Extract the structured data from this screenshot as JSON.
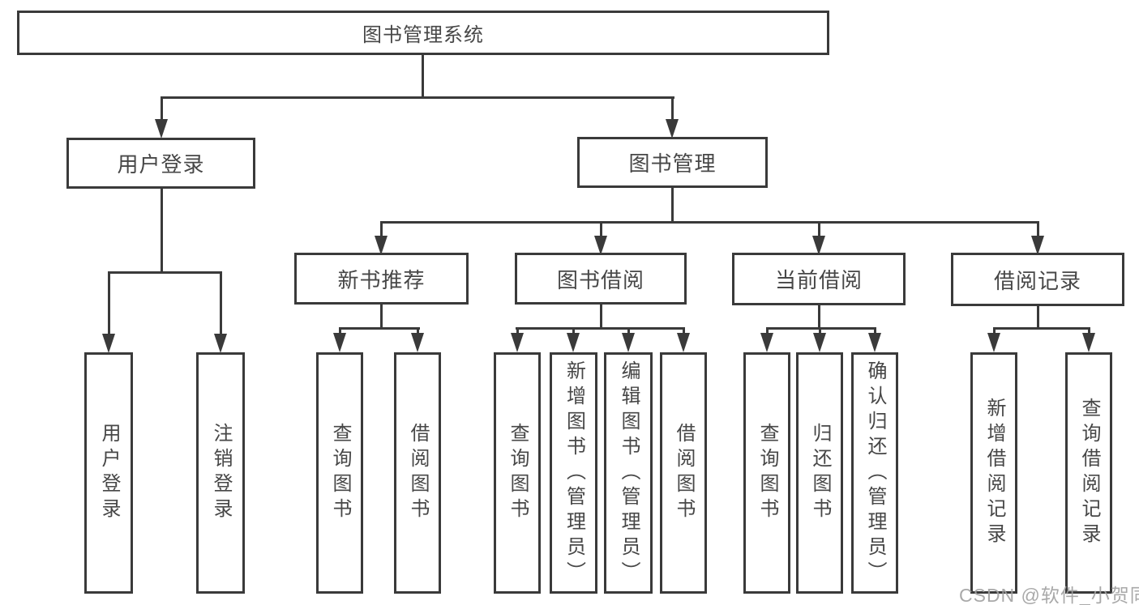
{
  "diagram_type": "functional-structure-tree",
  "colors": {
    "line": "#3a3a3a",
    "text": "#474747",
    "background": "#ffffff",
    "watermark": "#a0a0a0"
  },
  "tree": {
    "label": "图书管理系统",
    "children": [
      {
        "label": "用户登录",
        "children": [
          {
            "label": "用户登录"
          },
          {
            "label": "注销登录"
          }
        ]
      },
      {
        "label": "图书管理",
        "children": [
          {
            "label": "新书推荐",
            "children": [
              {
                "label": "查询图书"
              },
              {
                "label": "借阅图书"
              }
            ]
          },
          {
            "label": "图书借阅",
            "children": [
              {
                "label": "查询图书"
              },
              {
                "label": "新增图书（管理员）"
              },
              {
                "label": "编辑图书（管理员）"
              },
              {
                "label": "借阅图书"
              }
            ]
          },
          {
            "label": "当前借阅",
            "children": [
              {
                "label": "查询图书"
              },
              {
                "label": "归还图书"
              },
              {
                "label": "确认归还（管理员）"
              }
            ]
          },
          {
            "label": "借阅记录",
            "children": [
              {
                "label": "新增借阅记录"
              },
              {
                "label": "查询借阅记录"
              }
            ]
          }
        ]
      }
    ]
  },
  "watermark": {
    "text": "CSDN @软件_小贺同学"
  }
}
